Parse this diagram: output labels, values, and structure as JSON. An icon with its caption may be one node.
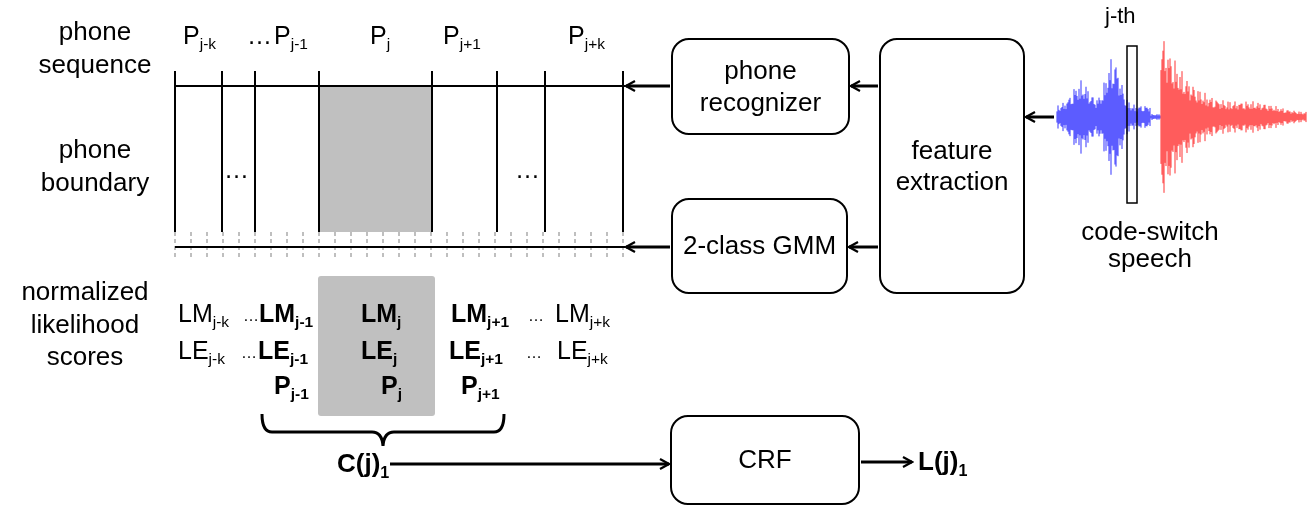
{
  "diagram": {
    "nodes": [
      {
        "text": [
          "phone recognizer"
        ]
      },
      {
        "text": [
          "2-class GMM"
        ]
      },
      {
        "text": [
          "feature extraction"
        ]
      },
      {
        "text": [
          "CRF"
        ]
      },
      {
        "text": [],
        "shape": "picture",
        "beside": [
          "j-th",
          "code-switch speech"
        ]
      },
      {
        "text": [],
        "shape": "bar"
      },
      {
        "text": [],
        "shape": "bar"
      },
      {
        "text": [
          "C(j)$_{1}$"
        ]
      },
      {
        "text": [
          "L(j)$_{1}$"
        ]
      }
    ],
    "edges": [
      {
        "from": 4,
        "to": 2,
        "arrow": "to"
      },
      {
        "from": 2,
        "to": 0,
        "arrow": "to"
      },
      {
        "from": 2,
        "to": 1,
        "arrow": "to"
      },
      {
        "from": 0,
        "to": 5,
        "arrow": "to"
      },
      {
        "from": 1,
        "to": 6,
        "arrow": "to"
      },
      {
        "from": 7,
        "to": 3,
        "arrow": "to"
      },
      {
        "from": 3,
        "to": 8,
        "arrow": "to"
      }
    ],
    "labels": [
      "phone sequence",
      "P$_{j-k}$",
      "…",
      "P$_{j-1}$",
      "P$_{j}$",
      "P$_{j+1}$",
      "P$_{j+k}$",
      "phone boundary",
      "…",
      "…",
      "normalized likelihood scores",
      "LM$_{j-k}$",
      "…",
      "LM$_{j-1}$",
      "LM$_{j}$",
      "LM$_{j+1}$",
      "…",
      "LM$_{j+k}$",
      "LE$_{j-k}$",
      "…",
      "LE$_{j-1}$",
      "LE$_{j}$",
      "LE$_{j+1}$",
      "…",
      "LE$_{j+k}$",
      "P$_{j-1}$",
      "P$_{j}$",
      "P$_{j+1}$"
    ]
  }
}
